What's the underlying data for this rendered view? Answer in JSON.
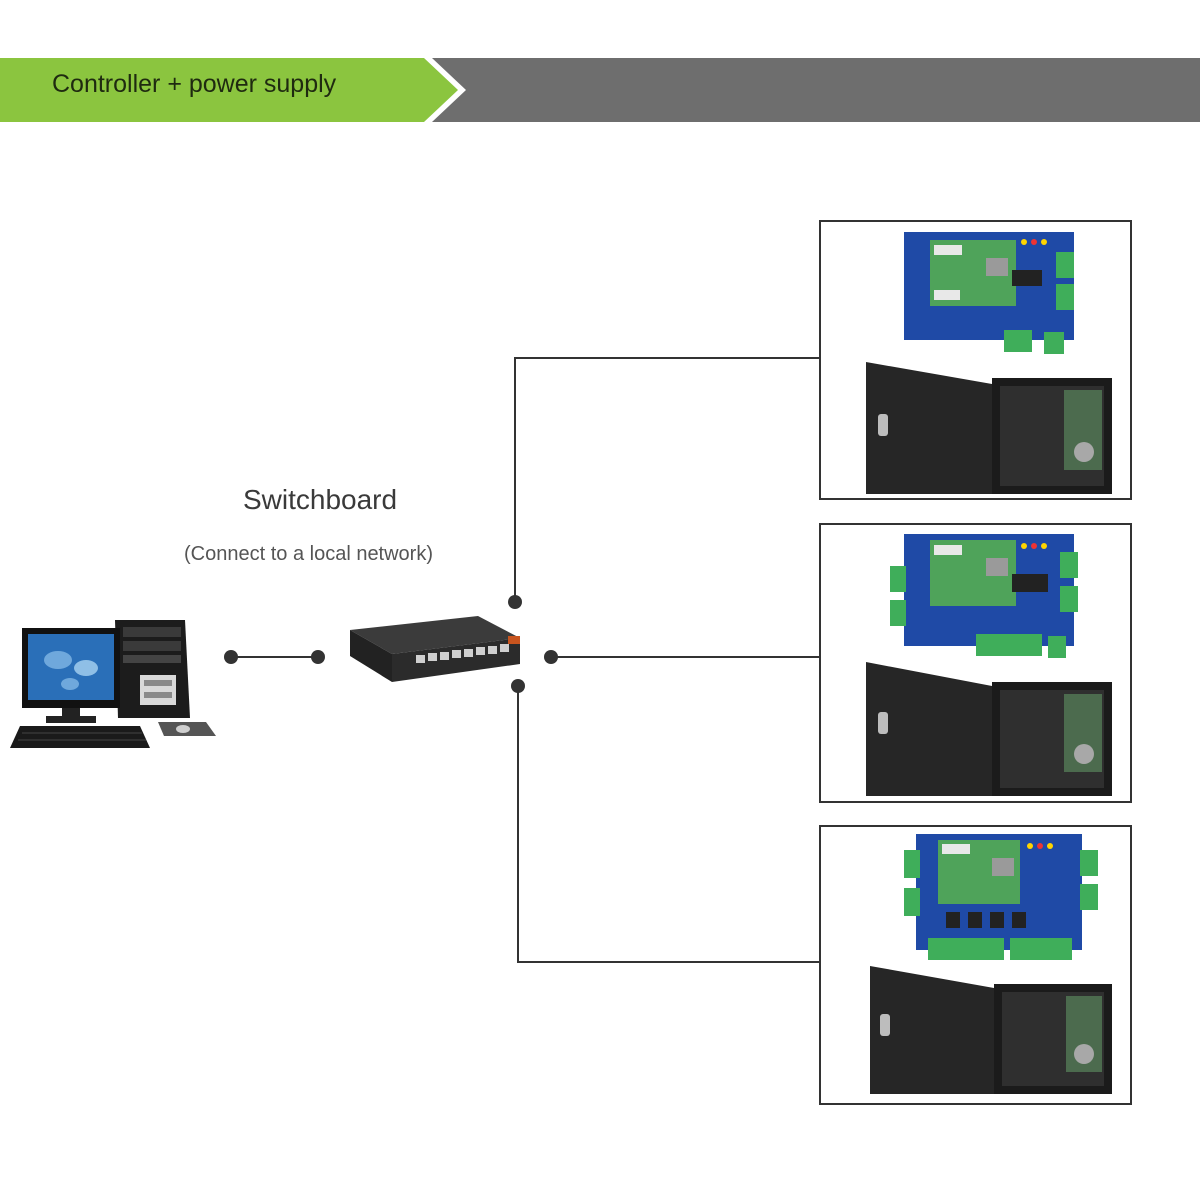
{
  "banner": {
    "title": "Controller + power supply",
    "green": "#8bc53f",
    "gray": "#6e6e6e"
  },
  "switchboard": {
    "title": "Switchboard",
    "subtitle": "(Connect to a local network)"
  },
  "devices": {
    "computer": "desktop-computer",
    "switch": "network-switch",
    "controllers": [
      {
        "board": "1-door-controller-board",
        "cabinet": "power-supply-cabinet"
      },
      {
        "board": "2-door-controller-board",
        "cabinet": "power-supply-cabinet"
      },
      {
        "board": "4-door-controller-board",
        "cabinet": "power-supply-cabinet"
      }
    ]
  },
  "colors": {
    "line": "#333333",
    "board": "#1f4aa6",
    "pcb": "#4fa35a",
    "terminal": "#3fae5a",
    "cabinet": "#262626"
  }
}
